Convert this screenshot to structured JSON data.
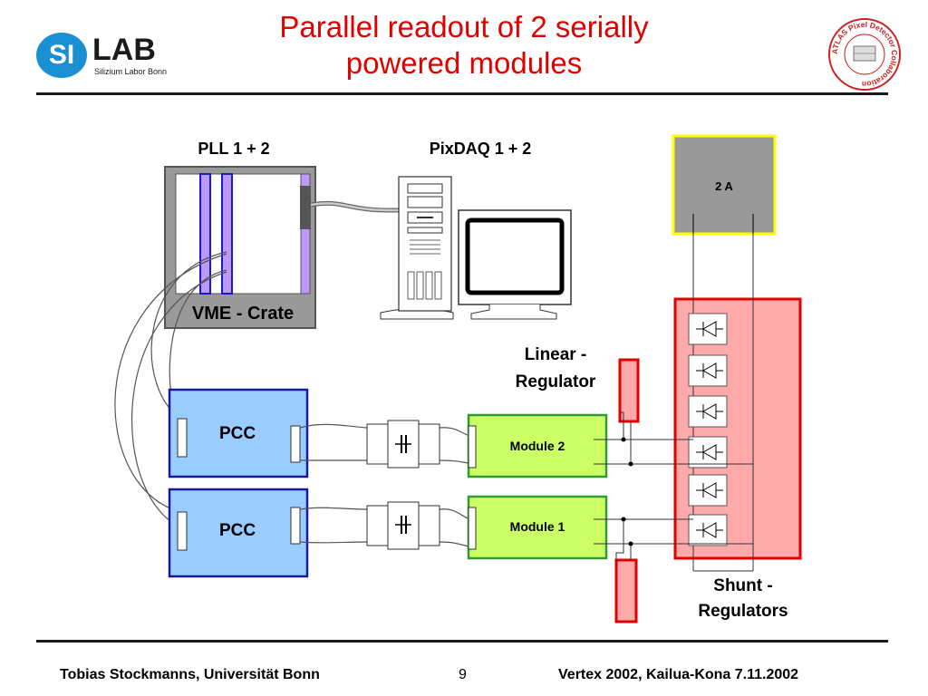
{
  "slide": {
    "title_line1": "Parallel readout of 2 serially",
    "title_line2": "powered modules"
  },
  "logo": {
    "badge": "SI",
    "word": "LAB",
    "subtitle": "Silizium Labor Bonn"
  },
  "stamp": {
    "text": "ATLAS Pixel Detector Collaboration"
  },
  "diagram": {
    "pll_label": "PLL 1 + 2",
    "pixdaq_label": "PixDAQ 1 + 2",
    "vme_label": "VME - Crate",
    "power_supply_label": "2 A",
    "linear_regulator_label_line1": "Linear -",
    "linear_regulator_label_line2": "Regulator",
    "pcc_top_label": "PCC",
    "pcc_bottom_label": "PCC",
    "module2_label": "Module 2",
    "module1_label": "Module 1",
    "shunt_label_line1": "Shunt -",
    "shunt_label_line2": "Regulators",
    "colors": {
      "title_red": "#e00000",
      "pcc_blue": "#99ccff",
      "module_green": "#ccff66",
      "module_border": "#339933",
      "shunt_fill": "#ffaaaa",
      "shunt_border": "#e00000",
      "supply_gray": "#999999",
      "supply_border": "#ffff00",
      "card_purple": "#bb99ff"
    }
  },
  "footer": {
    "author": "Tobias Stockmanns, Universität Bonn",
    "page_number": "9",
    "event": "Vertex 2002, Kailua-Kona 7.11.2002"
  }
}
